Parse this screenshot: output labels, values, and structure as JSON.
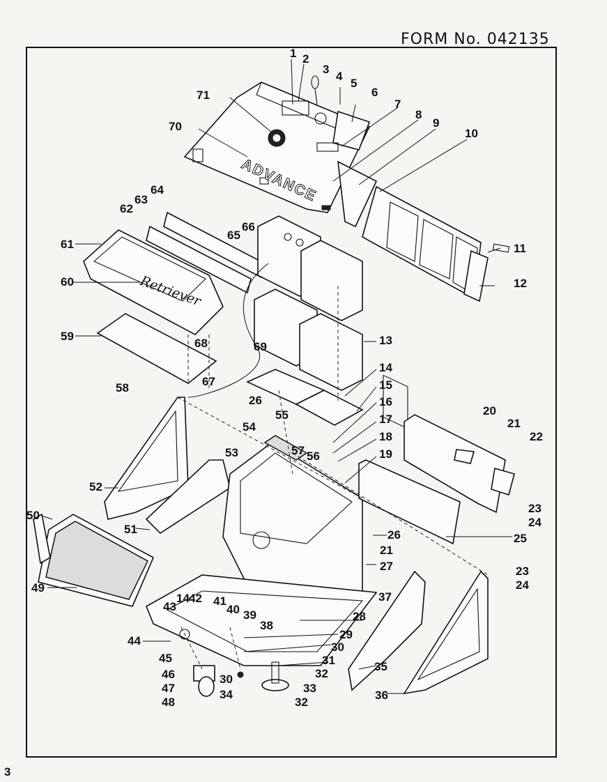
{
  "header": {
    "form_number": "FORM No. 042135"
  },
  "footer": {
    "page_number": "3"
  },
  "diagram": {
    "brand_label": "ADVANCE",
    "model_label": "Retriever",
    "part_callouts": [
      "1",
      "2",
      "3",
      "4",
      "5",
      "6",
      "7",
      "8",
      "9",
      "10",
      "11",
      "12",
      "13",
      "14",
      "15",
      "16",
      "17",
      "18",
      "19",
      "20",
      "21",
      "22",
      "23",
      "24",
      "25",
      "26",
      "27",
      "28",
      "29",
      "30",
      "31",
      "32",
      "33",
      "34",
      "35",
      "36",
      "37",
      "38",
      "39",
      "40",
      "41",
      "42",
      "43",
      "44",
      "45",
      "46",
      "47",
      "48",
      "49",
      "50",
      "51",
      "52",
      "53",
      "54",
      "55",
      "56",
      "57",
      "58",
      "59",
      "60",
      "61",
      "62",
      "63",
      "64",
      "65",
      "66",
      "67",
      "68",
      "69",
      "70",
      "71"
    ]
  }
}
